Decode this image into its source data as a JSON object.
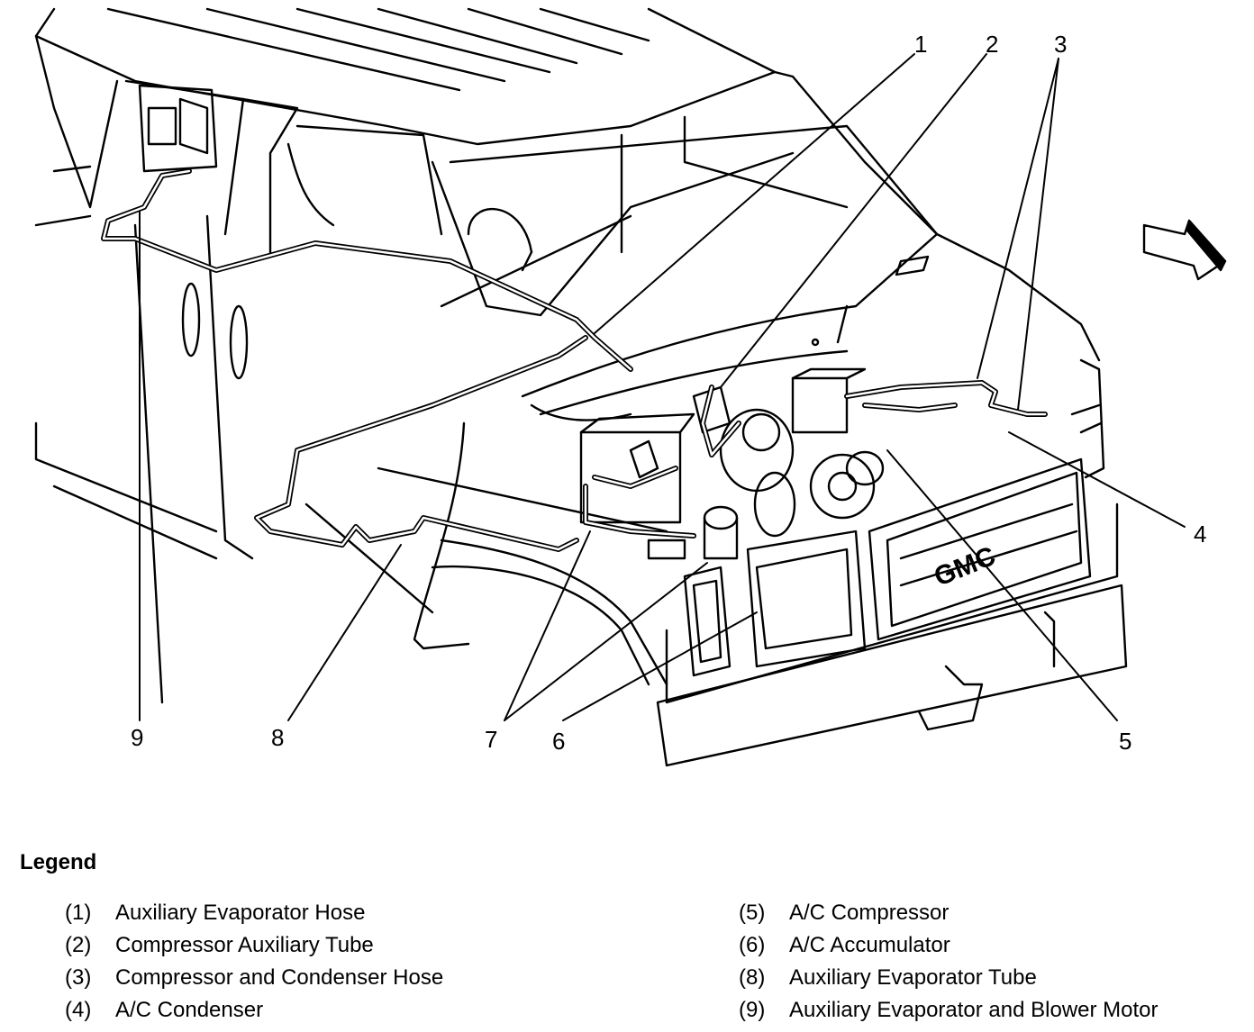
{
  "callouts": [
    {
      "id": "1",
      "label": "1"
    },
    {
      "id": "2",
      "label": "2"
    },
    {
      "id": "3",
      "label": "3"
    },
    {
      "id": "4",
      "label": "4"
    },
    {
      "id": "5",
      "label": "5"
    },
    {
      "id": "6",
      "label": "6"
    },
    {
      "id": "7",
      "label": "7"
    },
    {
      "id": "8",
      "label": "8"
    },
    {
      "id": "9",
      "label": "9"
    }
  ],
  "legend": {
    "title": "Legend",
    "left": [
      {
        "num": "(1)",
        "text": "Auxiliary Evaporator Hose"
      },
      {
        "num": "(2)",
        "text": "Compressor Auxiliary Tube"
      },
      {
        "num": "(3)",
        "text": "Compressor and Condenser Hose"
      },
      {
        "num": "(4)",
        "text": "A/C Condenser"
      }
    ],
    "right": [
      {
        "num": "(5)",
        "text": "A/C Compressor"
      },
      {
        "num": "(6)",
        "text": "A/C Accumulator"
      },
      {
        "num": "(8)",
        "text": "Auxiliary Evaporator Tube"
      },
      {
        "num": "(9)",
        "text": "Auxiliary Evaporator and Blower Motor"
      }
    ]
  },
  "grille_badge": "GMC"
}
